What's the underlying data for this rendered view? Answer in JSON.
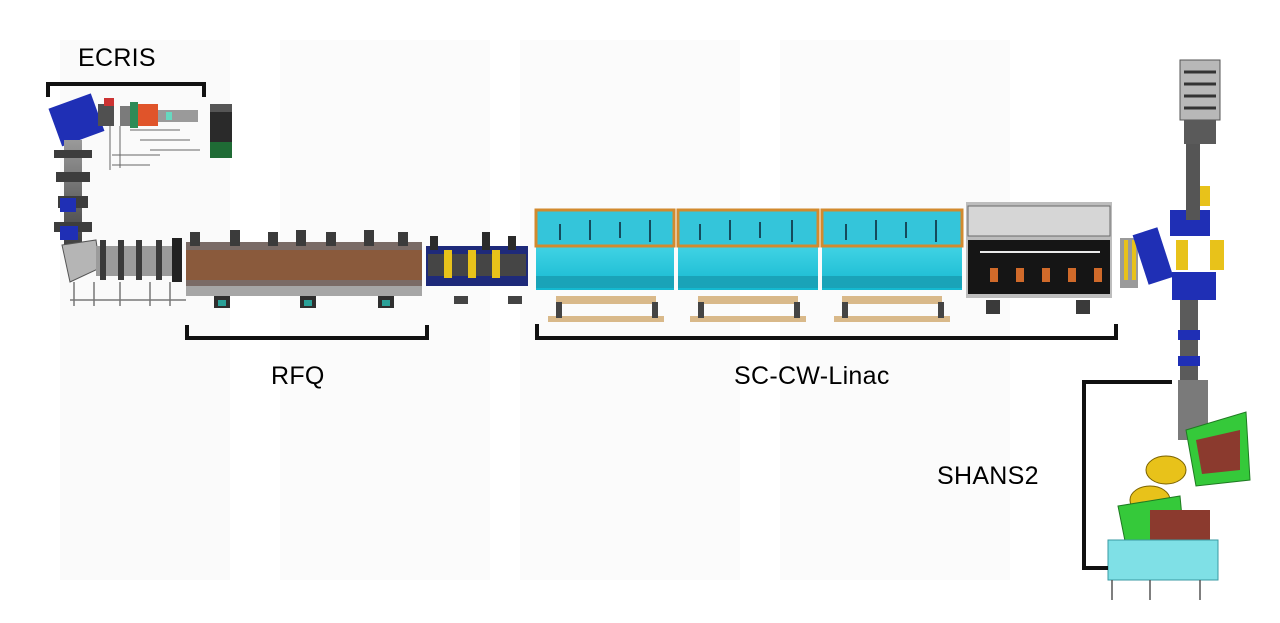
{
  "labels": {
    "ecris": "ECRIS",
    "rfq": "RFQ",
    "sc_cw_linac": "SC-CW-Linac",
    "shans2": "SHANS2"
  },
  "colors": {
    "bracket": "#111111",
    "structure": "#4a4a4a",
    "cavity_cyan": "#1fd1e6",
    "cavity_frame_orange": "#d28a2e",
    "rfq_copper": "#8a5a3c",
    "magnet_blue": "#1f2fb5",
    "quad_yellow": "#e8c21a",
    "dipole_green": "#35c93a",
    "base_tan": "#d9b98a",
    "ion_source_red": "#e0542a",
    "floor_cyan": "#7fe0e6"
  },
  "icons": [
    "beamline-illustration"
  ]
}
